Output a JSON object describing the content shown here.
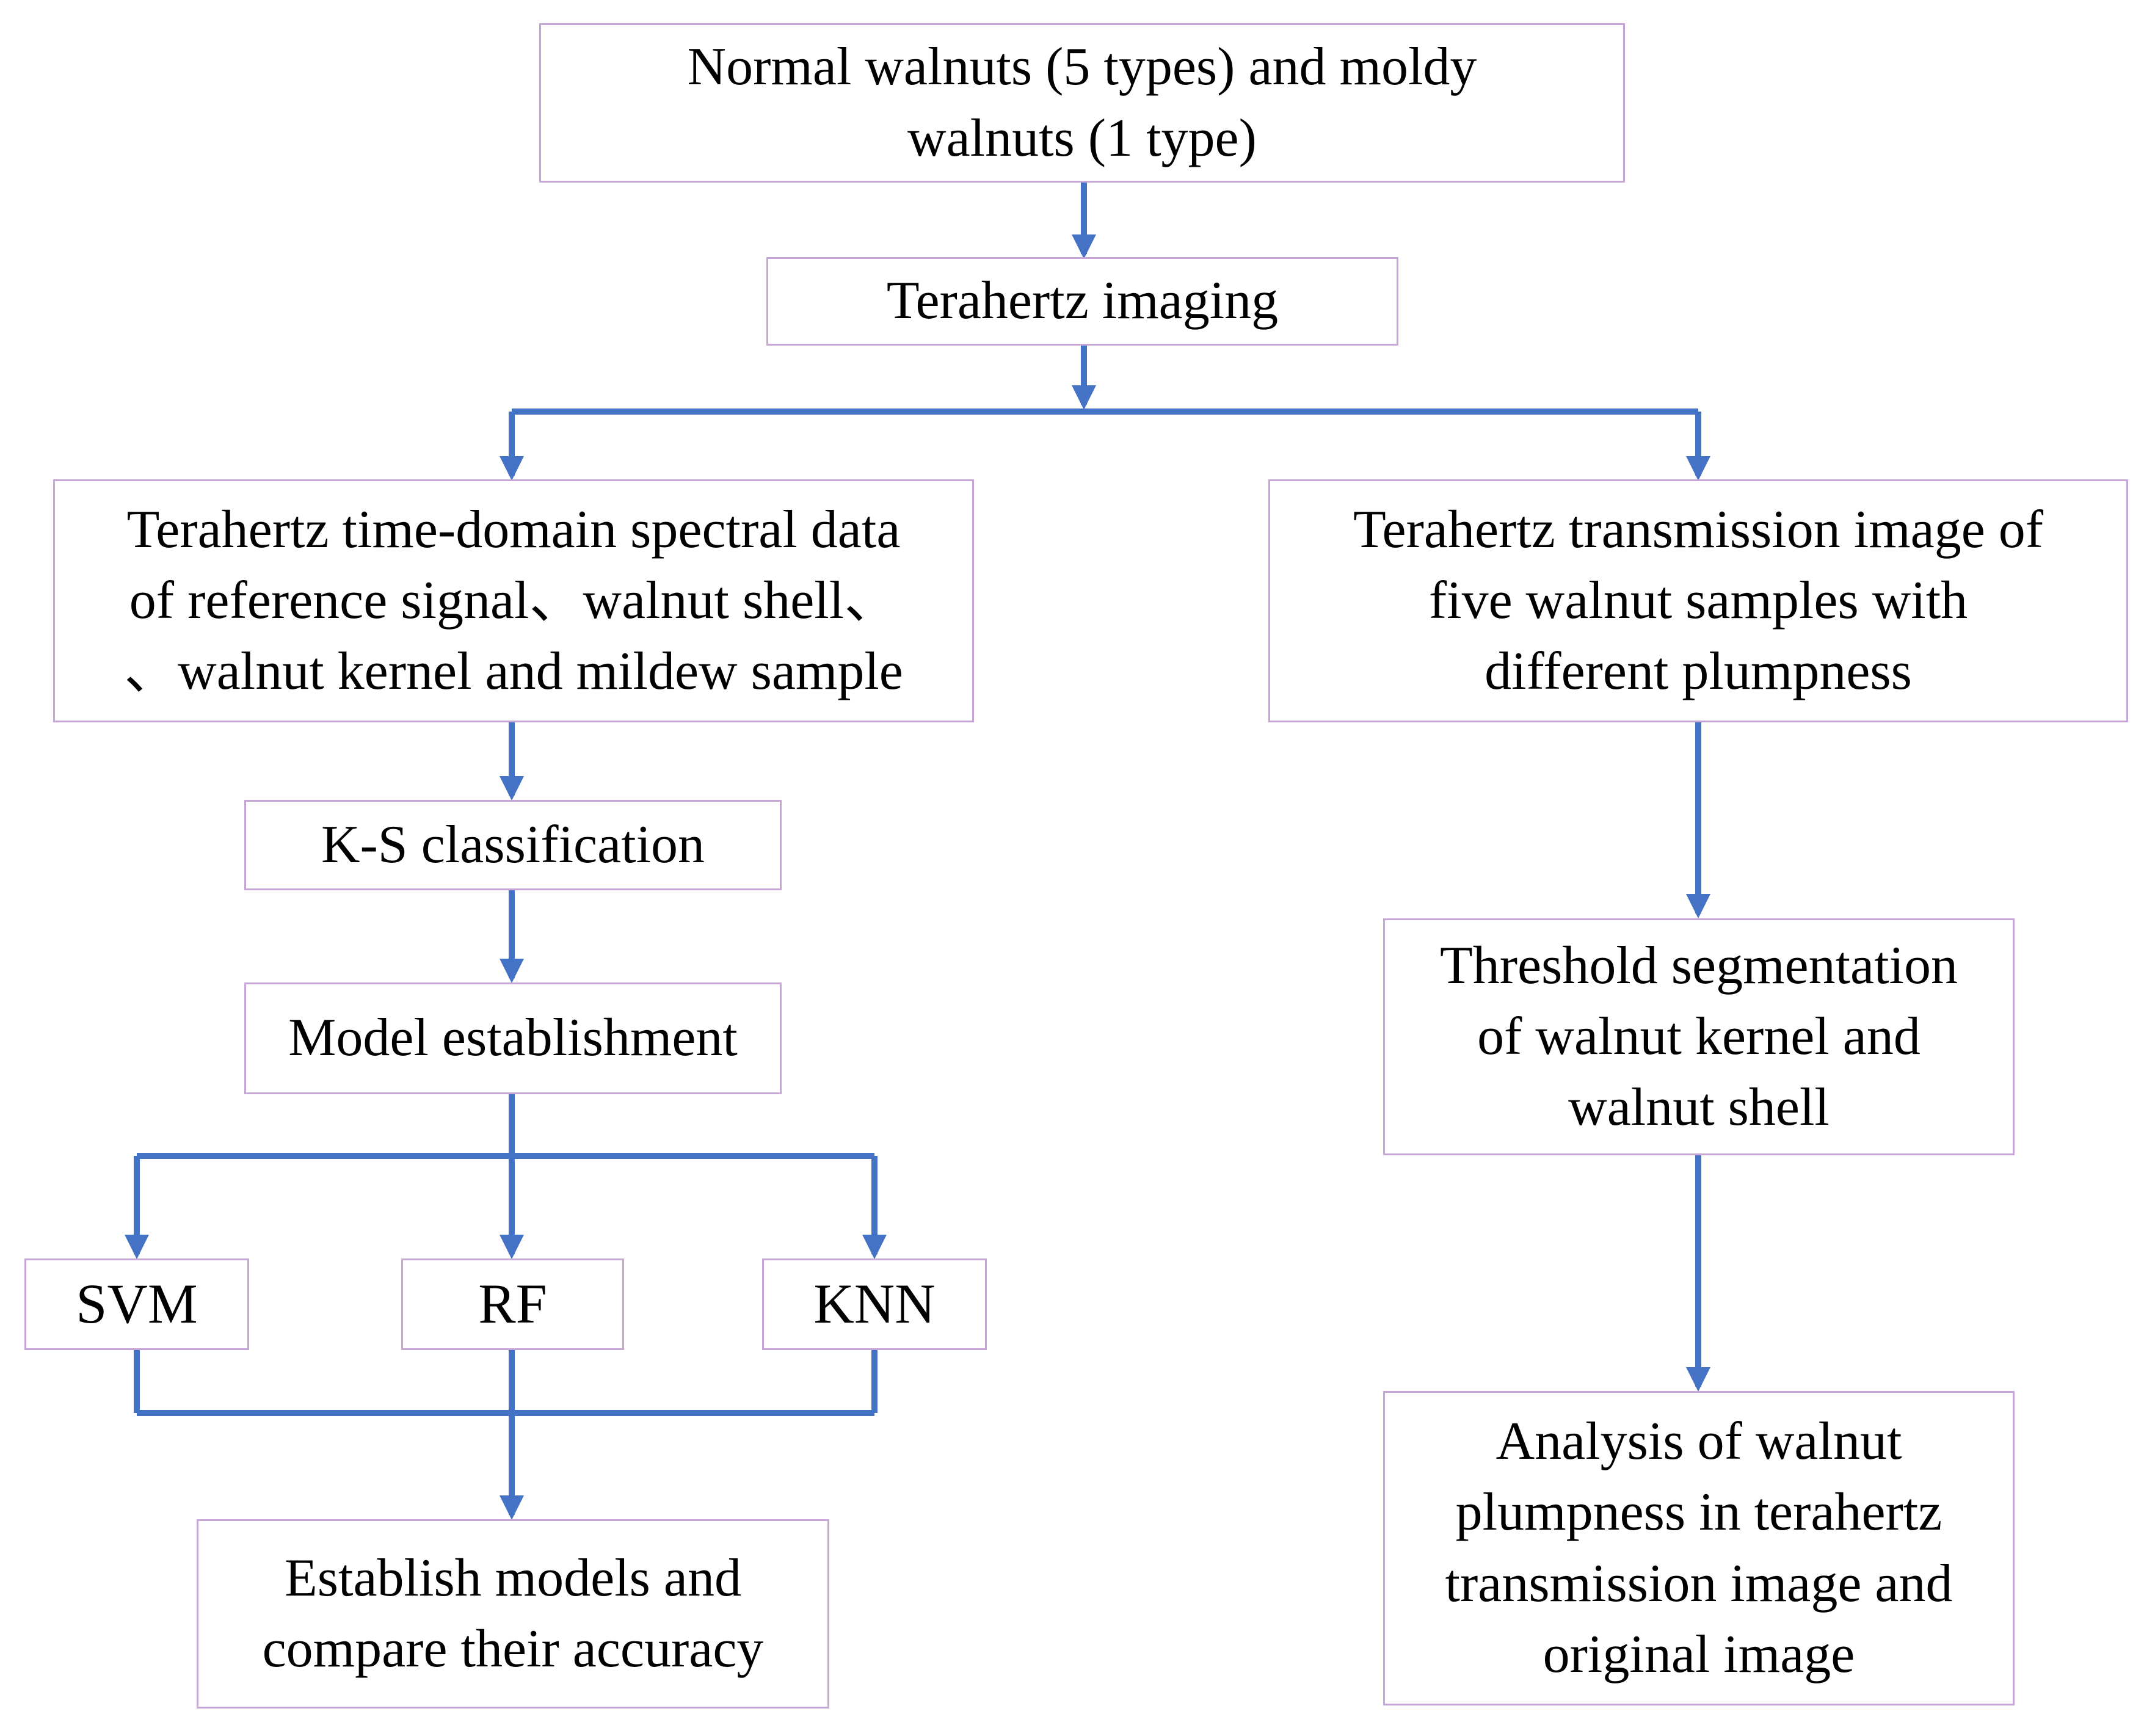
{
  "colors": {
    "arrow": "#4472C4",
    "box_border": "#C6A6D6",
    "background": "#FFFFFF",
    "text": "#000000"
  },
  "nodes": {
    "walnut_samples": "Normal walnuts (5 types) and moldy\nwalnuts (1 type)",
    "terahertz_imaging": "Terahertz imaging",
    "time_domain_data": "Terahertz time-domain spectral data\nof reference signal、walnut shell、\n、walnut kernel and mildew sample",
    "transmission_image": "Terahertz transmission image of\nfive walnut samples with\ndifferent plumpness",
    "ks_classification": "K-S classification",
    "model_establishment": "Model establishment",
    "svm": "SVM",
    "rf": "RF",
    "knn": "KNN",
    "compare_accuracy": "Establish models and\ncompare their accuracy",
    "threshold_segmentation": "Threshold segmentation\nof walnut kernel and\nwalnut shell",
    "plumpness_analysis": "Analysis of walnut\nplumpness in terahertz\ntransmission image and\noriginal image"
  }
}
